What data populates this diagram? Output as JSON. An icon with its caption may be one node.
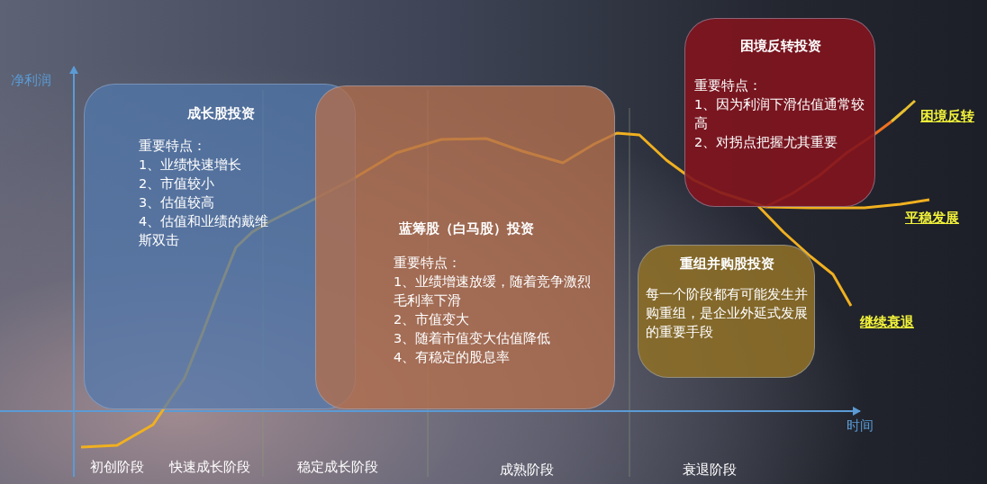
{
  "diagram": {
    "nodes": [
      {
        "text": [
          "成长股投资",
          "重要特点：",
          "1、业绩快速增长",
          "2、市值较小",
          "3、估值较高",
          "4、估值和业绩的戴维斯双击"
        ]
      },
      {
        "text": [
          "蓝筹股（白马股）投资",
          "重要特点：",
          "1、业绩增速放缓，随着竞争激烈毛利率下滑",
          "2、市值变大",
          "3、随着市值变大估值降低",
          "4、有稳定的股息率"
        ]
      },
      {
        "text": [
          "困境反转投资",
          "重要特点：",
          "1、因为利润下滑估值通常较高",
          "2、对拐点把握尤其重要"
        ]
      },
      {
        "text": [
          "重组并购股投资",
          "每一个阶段都有可能发生并购重组，是企业外延式发展的重要手段"
        ]
      }
    ],
    "labels": [
      "净利润",
      "困境反转",
      "平稳发展",
      "继续衰退",
      "时间",
      "初创阶段",
      "快速成长阶段",
      "稳定成长阶段",
      "成熟阶段",
      "衰退阶段"
    ]
  }
}
